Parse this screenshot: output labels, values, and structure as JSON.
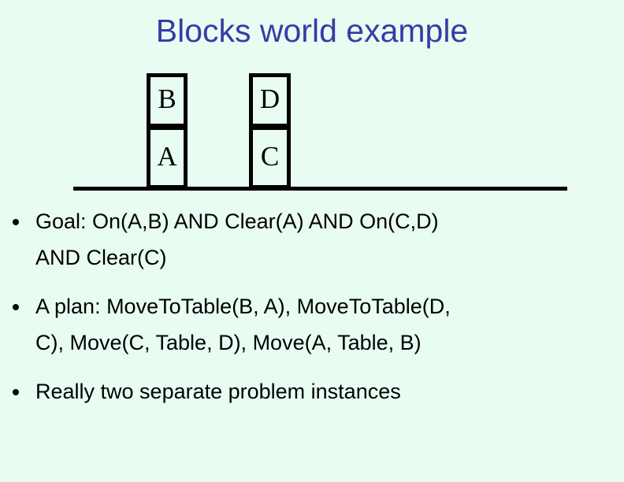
{
  "slide": {
    "background_color": "#e8fcf2",
    "title": "Blocks world example",
    "title_color": "#3a3aa5"
  },
  "diagram": {
    "name": "blocks-world-diagram",
    "line_color": "#000000",
    "stacks": [
      {
        "name": "left-stack",
        "top_block": "B",
        "bottom_block": "A"
      },
      {
        "name": "right-stack",
        "top_block": "D",
        "bottom_block": "C"
      }
    ],
    "blocks": {
      "b": "B",
      "a": "A",
      "d": "D",
      "c": "C"
    },
    "table_label": "table-surface-line"
  },
  "bullets": [
    {
      "id": "goal",
      "marker": "•",
      "text": "Goal: On(A,B) AND Clear(A) AND On(C,D)\nAND Clear(C)"
    },
    {
      "id": "plan",
      "marker": "•",
      "text": "A plan: MoveToTable(B, A), MoveToTable(D,\nC), Move(C, Table, D), Move(A, Table, B)"
    },
    {
      "id": "remark",
      "marker": "•",
      "text": "Really two separate problem instances"
    }
  ]
}
